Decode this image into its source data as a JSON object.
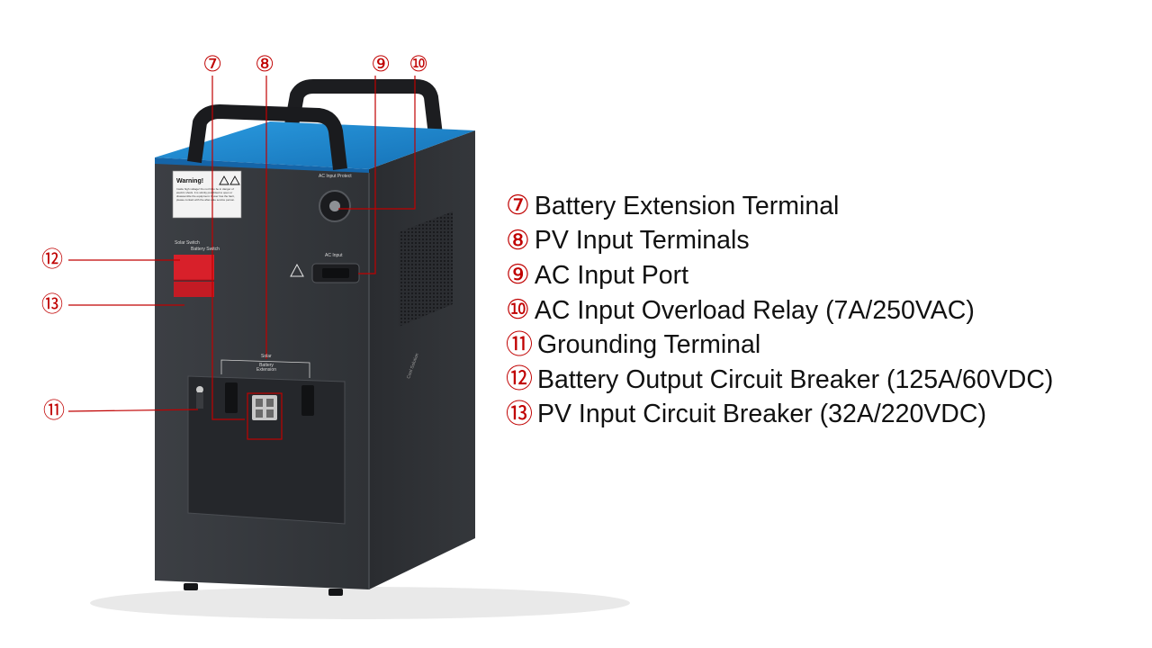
{
  "callouts": [
    {
      "num": "⑦"
    },
    {
      "num": "⑧"
    },
    {
      "num": "⑨"
    },
    {
      "num": "⑩"
    },
    {
      "num": "⑪"
    },
    {
      "num": "⑫"
    },
    {
      "num": "⑬"
    }
  ],
  "legend": [
    {
      "num": "⑦",
      "text": "Battery Extension Terminal"
    },
    {
      "num": "⑧",
      "text": "PV Input Terminals"
    },
    {
      "num": "⑨",
      "text": "AC Input Port"
    },
    {
      "num": "⑩",
      "text": "AC Input Overload Relay (7A/250VAC)"
    },
    {
      "num": "⑪",
      "text": "Grounding Terminal"
    },
    {
      "num": "⑫",
      "text": "Battery Output Circuit Breaker (125A/60VDC)"
    },
    {
      "num": "⑬",
      "text": "PV Input Circuit Breaker (32A/220VDC)"
    }
  ],
  "panel": {
    "warning_title": "Warning!",
    "warning_body": "Inside high voltage! Do not hit to be in danger of electric shock. It is strictly prohibited to open or disassemble the equipment. If user has the fault, please contact with the after-sale service person.",
    "solar_switch": "Solar Switch",
    "battery_switch": "Battery Switch",
    "ac_input_protect": "AC Input Protect",
    "ac_input": "AC Input",
    "solar": "Solar",
    "battery_extension": "Battery Extension",
    "side_label": "Cool Solution"
  },
  "colors": {
    "callout_red": "#c00000",
    "body_dark": "#3a3c40",
    "lid_blue": "#1f87d0",
    "breaker_red": "#d8202a"
  }
}
